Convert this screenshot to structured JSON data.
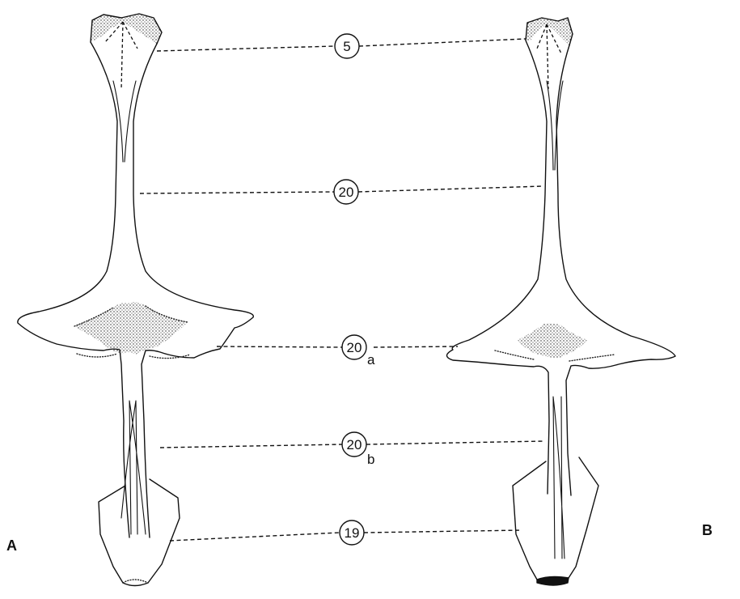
{
  "panels": [
    {
      "id": "A",
      "label": "A"
    },
    {
      "id": "B",
      "label": "B"
    }
  ],
  "callouts": [
    {
      "id": "c5",
      "number": "5",
      "suffix": ""
    },
    {
      "id": "c20",
      "number": "20",
      "suffix": ""
    },
    {
      "id": "c20a",
      "number": "20",
      "suffix": "a"
    },
    {
      "id": "c20b",
      "number": "20",
      "suffix": "b"
    },
    {
      "id": "c19",
      "number": "19",
      "suffix": ""
    }
  ],
  "colors": {
    "ink": "#111111",
    "background": "#ffffff"
  }
}
